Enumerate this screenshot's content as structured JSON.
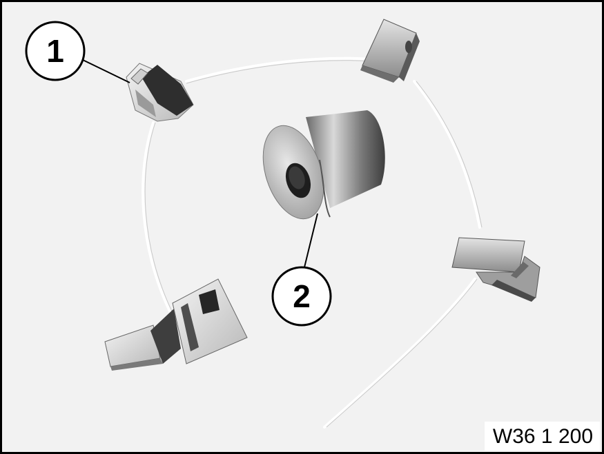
{
  "callouts": [
    {
      "id": "1",
      "label": "1"
    },
    {
      "id": "2",
      "label": "2"
    }
  ],
  "figure_ref": "W36 1 200",
  "colors": {
    "background": "#f2f2f2",
    "frame": "#000000",
    "wire": "#ffffff",
    "metal_dark": "#3a3a3a",
    "metal_mid": "#8a8a8a",
    "metal_light": "#d8d8d8"
  }
}
